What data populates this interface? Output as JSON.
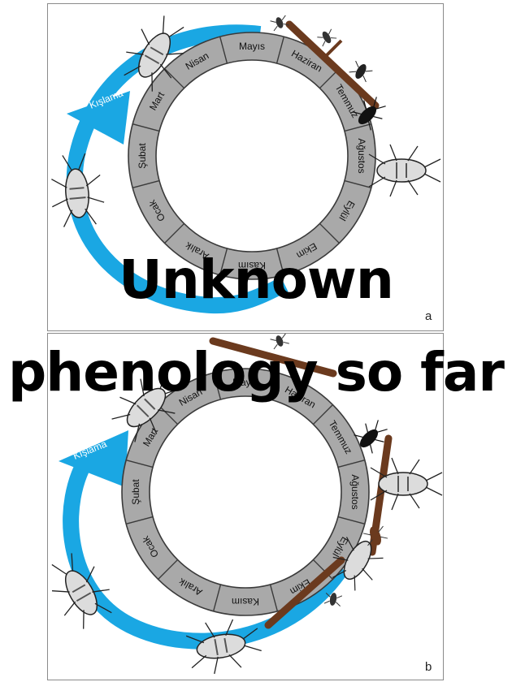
{
  "months": [
    "Ocak",
    "Şubat",
    "Mart",
    "Nisan",
    "Mayıs",
    "Haziran",
    "Temmuz",
    "Ağustos",
    "Eylül",
    "Ekim",
    "Kasım",
    "Aralık"
  ],
  "panels": [
    {
      "label": "a",
      "arrow_label": "Kışlama"
    },
    {
      "label": "b",
      "arrow_label": "Kışlama"
    }
  ],
  "overlay": {
    "line1": "Unknown",
    "line2": "phenology so far"
  },
  "colors": {
    "ring": "#a9a9a9",
    "ring_stroke": "#3a3a3a",
    "arrow": "#1aa7e3",
    "branch": "#6b3a1e",
    "bug": "#dcdcdc",
    "text": "#111111"
  }
}
